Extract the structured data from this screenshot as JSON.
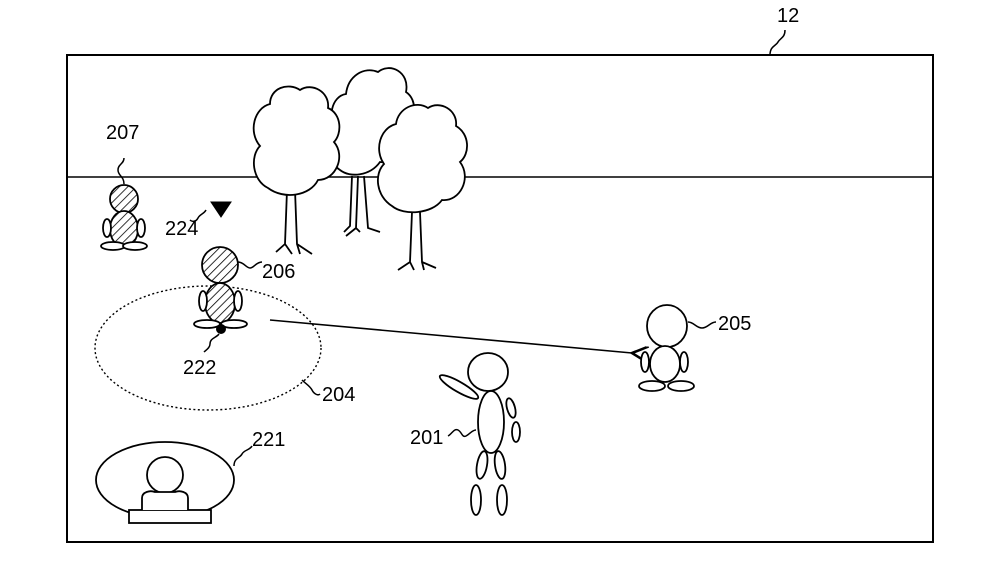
{
  "figure": {
    "screen_label": "12",
    "refs": {
      "player": "201",
      "range": "204",
      "npc_205": "205",
      "npc_206": "206",
      "npc_207": "207",
      "face_icon": "221",
      "marker": "222",
      "triangle_marker": "224"
    }
  },
  "colors": {
    "line": "#000000",
    "background": "#ffffff"
  }
}
